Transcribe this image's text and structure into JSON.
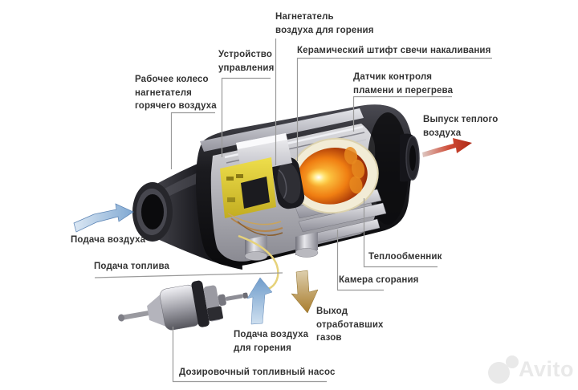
{
  "labels": {
    "combustion_air_blower": {
      "lines": [
        "Нагнетатель",
        "воздуха для горения"
      ]
    },
    "ceramic_glow_pin": {
      "lines": [
        "Керамический штифт свечи накаливания"
      ]
    },
    "control_unit": {
      "lines": [
        "Устройство",
        "управления"
      ]
    },
    "flame_overheat_sensor": {
      "lines": [
        "Датчик контроля",
        "пламени и перегрева"
      ]
    },
    "hot_air_impeller": {
      "lines": [
        "Рабочее колесо",
        "нагнетателя",
        "горячего воздуха"
      ]
    },
    "warm_air_outlet": {
      "lines": [
        "Выпуск теплого",
        "воздуха"
      ]
    },
    "air_supply": {
      "lines": [
        "Подача воздуха"
      ]
    },
    "fuel_supply": {
      "lines": [
        "Подача топлива"
      ]
    },
    "heat_exchanger": {
      "lines": [
        "Теплообменник"
      ]
    },
    "combustion_chamber": {
      "lines": [
        "Камера сгорания"
      ]
    },
    "exhaust_gas_outlet": {
      "lines": [
        "Выход",
        "отработавших",
        "газов"
      ]
    },
    "combustion_air_supply": {
      "lines": [
        "Подача воздуха",
        "для горения"
      ]
    },
    "fuel_metering_pump": {
      "lines": [
        "Дозировочный топливный насос"
      ]
    }
  },
  "arrows": {
    "air_supply": {
      "direction": "right",
      "color": "#7fa8d2"
    },
    "warm_air_outlet": {
      "direction": "right",
      "color": "#c23522"
    },
    "combustion_air_supply": {
      "direction": "up",
      "color": "#6f9ccb"
    },
    "exhaust_gas_outlet": {
      "direction": "down",
      "color": "#a87c2c"
    }
  },
  "watermark": {
    "text": "Avito",
    "color": "#e9e9e9"
  },
  "colors": {
    "background": "#ffffff",
    "label_text": "#333333",
    "leader_line": "#9a9a9a",
    "heater_shell": "#141418",
    "control_unit_yellow": "#e2ce3c",
    "combustion_glow_orange": "#e77e14",
    "heat_exchanger_cream": "#f2ecd6",
    "fuel_line_yellow": "#e6d27a"
  }
}
